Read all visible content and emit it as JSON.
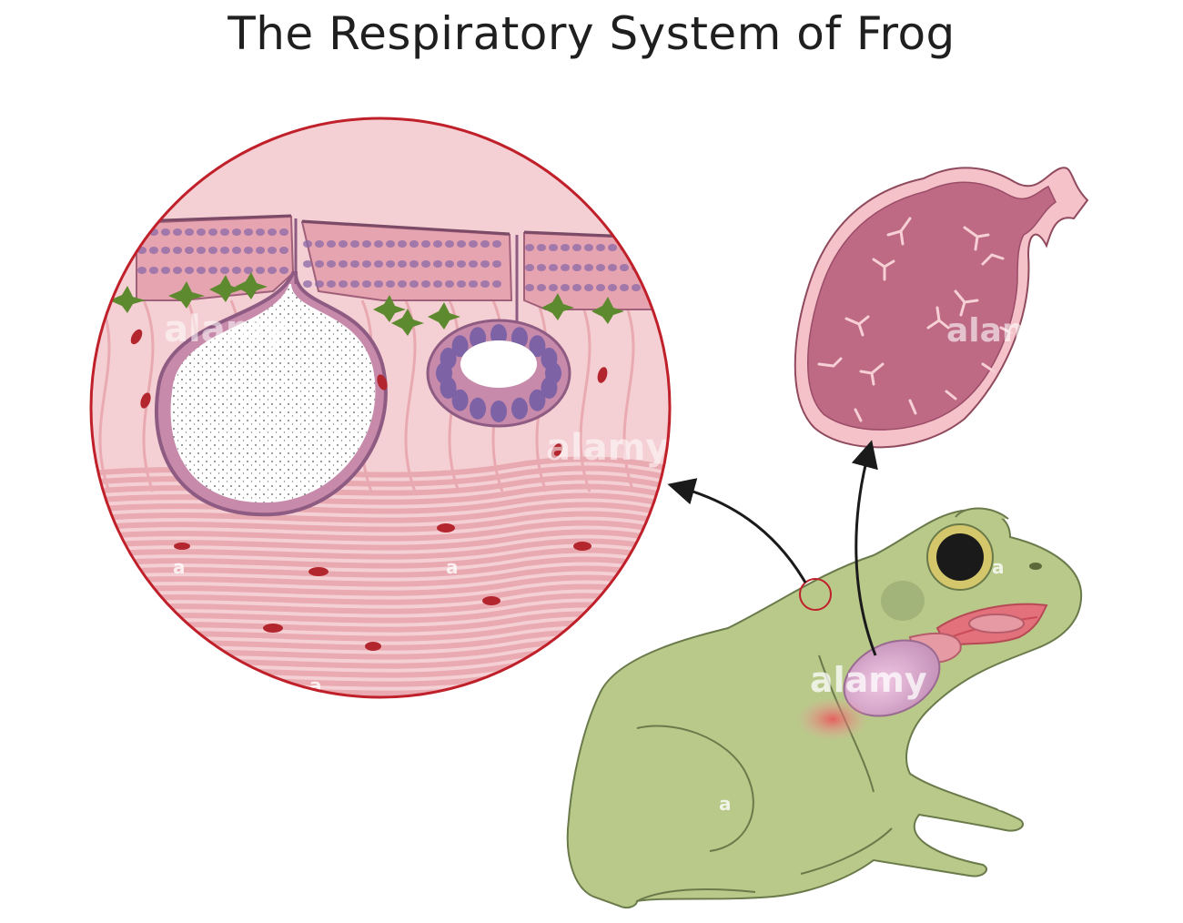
{
  "title": "The Respiratory System of Frog",
  "watermark": {
    "brand": "alamy",
    "mark": "a"
  },
  "colors": {
    "tissue": "#f3c5c8",
    "fiber": "#e9a2aa",
    "epithelium": "#e29aa6",
    "nucleus": "#8a6aa7",
    "lung_fill": "#be6a85",
    "lung_edge": "#f6c6cb",
    "frog_body": "#b8c98a",
    "frog_outline": "#6a7a4a",
    "callout_red": "#c0202a",
    "arrow": "#1a1a1a"
  }
}
